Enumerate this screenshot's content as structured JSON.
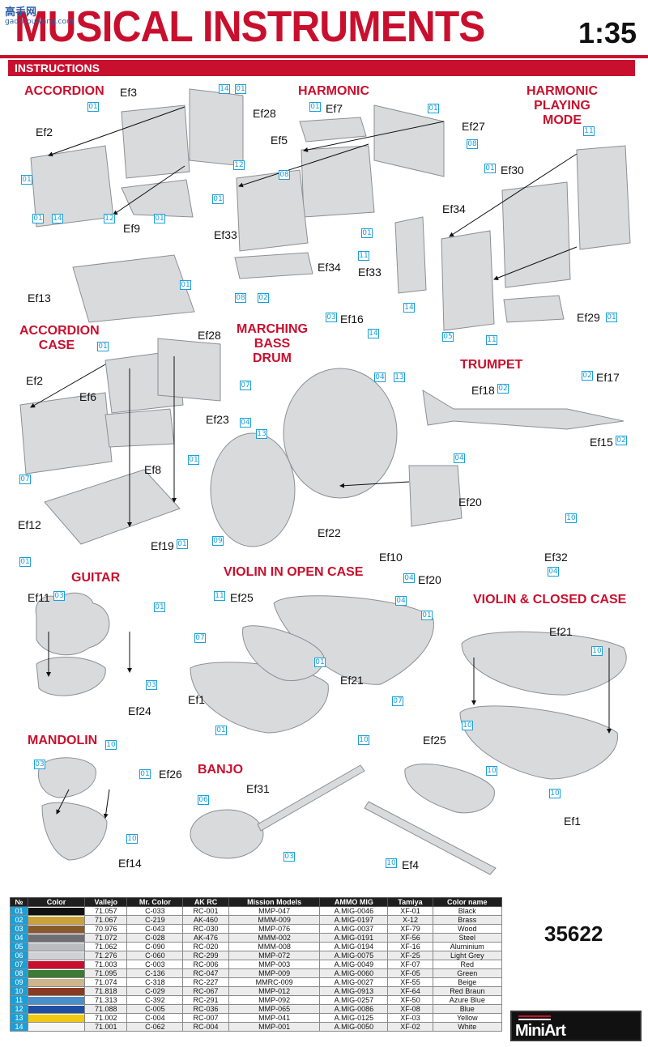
{
  "header": {
    "title": "MUSICAL INSTRUMENTS",
    "scale": "1:35",
    "instructions": "INSTRUCTIONS",
    "watermark_line1": "高手网",
    "watermark_line2": "gaoshouwang.com"
  },
  "sections": [
    {
      "key": "accordion",
      "label": "ACCORDION"
    },
    {
      "key": "harmonic",
      "label": "HARMONIC"
    },
    {
      "key": "harmonic_playing",
      "label": "HARMONIC PLAYING MODE"
    },
    {
      "key": "accordion_case",
      "label": "ACCORDION CASE"
    },
    {
      "key": "bass_drum",
      "label": "MARCHING BASS DRUM"
    },
    {
      "key": "trumpet",
      "label": "TRUMPET"
    },
    {
      "key": "guitar",
      "label": "GUITAR"
    },
    {
      "key": "violin_open",
      "label": "VIOLIN IN OPEN CASE"
    },
    {
      "key": "violin_closed",
      "label": "VIOLIN & CLOSED CASE"
    },
    {
      "key": "mandolin",
      "label": "MANDOLIN"
    },
    {
      "key": "banjo",
      "label": "BANJO"
    }
  ],
  "parts": [
    "Ef3",
    "Ef28",
    "Ef2",
    "Ef9",
    "Ef7",
    "Ef27",
    "Ef5",
    "Ef30",
    "Ef34",
    "Ef33",
    "Ef29",
    "Ef13",
    "Ef6",
    "Ef8",
    "Ef16",
    "Ef18",
    "Ef17",
    "Ef15",
    "Ef23",
    "Ef12",
    "Ef19",
    "Ef22",
    "Ef10",
    "Ef20",
    "Ef32",
    "Ef11",
    "Ef24",
    "Ef25",
    "Ef21",
    "Ef1",
    "Ef26",
    "Ef14",
    "Ef31",
    "Ef4"
  ],
  "badges": [
    "01",
    "02",
    "03",
    "04",
    "05",
    "06",
    "07",
    "08",
    "09",
    "10",
    "11",
    "12",
    "13",
    "14"
  ],
  "color_table": {
    "headers": [
      "№",
      "Color",
      "Vallejo",
      "Mr. Color",
      "AK RC",
      "Mission Models",
      "AMMO MIG",
      "Tamiya",
      "Color name"
    ],
    "rows": [
      {
        "n": "01",
        "swatch": "#111111",
        "vallejo": "71.057",
        "mr": "C-033",
        "ak": "RC-001",
        "mm": "MMP-047",
        "ammo": "A.MIG-0046",
        "tamiya": "XF-01",
        "name": "Black"
      },
      {
        "n": "02",
        "swatch": "#c9a23a",
        "vallejo": "71.067",
        "mr": "C-219",
        "ak": "AK-460",
        "mm": "MMM-009",
        "ammo": "A.MIG-0197",
        "tamiya": "X-12",
        "name": "Brass"
      },
      {
        "n": "03",
        "swatch": "#8a5a2b",
        "vallejo": "70.976",
        "mr": "C-043",
        "ak": "RC-030",
        "mm": "MMP-076",
        "ammo": "A.MIG-0037",
        "tamiya": "XF-79",
        "name": "Wood"
      },
      {
        "n": "04",
        "swatch": "#6d6f73",
        "vallejo": "71.072",
        "mr": "C-028",
        "ak": "AK-476",
        "mm": "MMM-002",
        "ammo": "A.MIG-0191",
        "tamiya": "XF-56",
        "name": "Steel"
      },
      {
        "n": "05",
        "swatch": "#b9bcc0",
        "vallejo": "71.062",
        "mr": "C-090",
        "ak": "RC-020",
        "mm": "MMM-008",
        "ammo": "A.MIG-0194",
        "tamiya": "XF-16",
        "name": "Aluminium"
      },
      {
        "n": "06",
        "swatch": "#cfd2d4",
        "vallejo": "71.276",
        "mr": "C-060",
        "ak": "RC-299",
        "mm": "MMP-072",
        "ammo": "A.MIG-0075",
        "tamiya": "XF-25",
        "name": "Light Grey"
      },
      {
        "n": "07",
        "swatch": "#c8102e",
        "vallejo": "71.003",
        "mr": "C-003",
        "ak": "RC-006",
        "mm": "MMP-003",
        "ammo": "A.MIG-0049",
        "tamiya": "XF-07",
        "name": "Red"
      },
      {
        "n": "08",
        "swatch": "#3c7a35",
        "vallejo": "71.095",
        "mr": "C-136",
        "ak": "RC-047",
        "mm": "MMP-009",
        "ammo": "A.MIG-0060",
        "tamiya": "XF-05",
        "name": "Green"
      },
      {
        "n": "09",
        "swatch": "#cdb58c",
        "vallejo": "71.074",
        "mr": "C-318",
        "ak": "RC-227",
        "mm": "MMRC-009",
        "ammo": "A.MIG-0027",
        "tamiya": "XF-55",
        "name": "Beige"
      },
      {
        "n": "10",
        "swatch": "#8b3a22",
        "vallejo": "71.818",
        "mr": "C-029",
        "ak": "RC-067",
        "mm": "MMP-012",
        "ammo": "A.MIG-0913",
        "tamiya": "XF-64",
        "name": "Red Braun"
      },
      {
        "n": "11",
        "swatch": "#4a8fc7",
        "vallejo": "71.313",
        "mr": "C-392",
        "ak": "RC-291",
        "mm": "MMP-092",
        "ammo": "A.MIG-0257",
        "tamiya": "XF-50",
        "name": "Azure Blue"
      },
      {
        "n": "12",
        "swatch": "#1f4fa3",
        "vallejo": "71.088",
        "mr": "C-005",
        "ak": "RC-036",
        "mm": "MMP-065",
        "ammo": "A.MIG-0086",
        "tamiya": "XF-08",
        "name": "Blue"
      },
      {
        "n": "13",
        "swatch": "#f2c811",
        "vallejo": "71.002",
        "mr": "C-004",
        "ak": "RC-007",
        "mm": "MMP-041",
        "ammo": "A.MIG-0125",
        "tamiya": "XF-03",
        "name": "Yellow"
      },
      {
        "n": "14",
        "swatch": "#f5f5f5",
        "vallejo": "71.001",
        "mr": "C-062",
        "ak": "RC-004",
        "mm": "MMP-001",
        "ammo": "A.MIG-0050",
        "tamiya": "XF-02",
        "name": "White"
      }
    ]
  },
  "kit_number": "35622",
  "brand": "MiniArt"
}
